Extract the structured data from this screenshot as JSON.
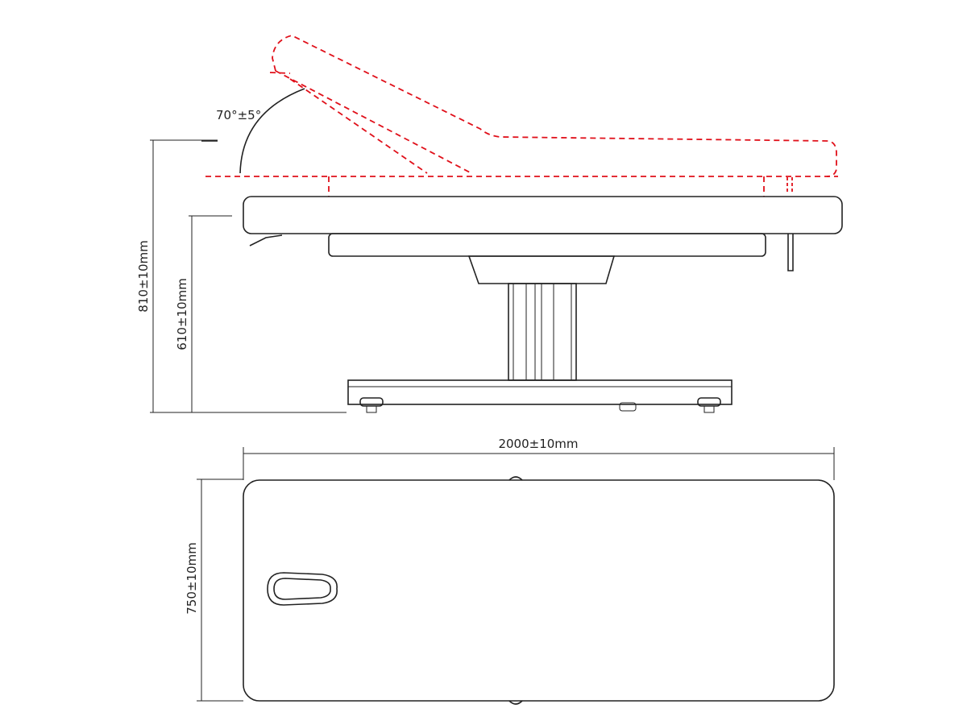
{
  "title": "Massage table dimension drawing",
  "dimensions": {
    "backrest_angle": "70°±5°",
    "total_height": "810±10mm",
    "frame_height": "610±10mm",
    "length": "2000±10mm",
    "width": "750±10mm"
  },
  "colors": {
    "line": "#222222",
    "raised_position": "#e0101a"
  }
}
